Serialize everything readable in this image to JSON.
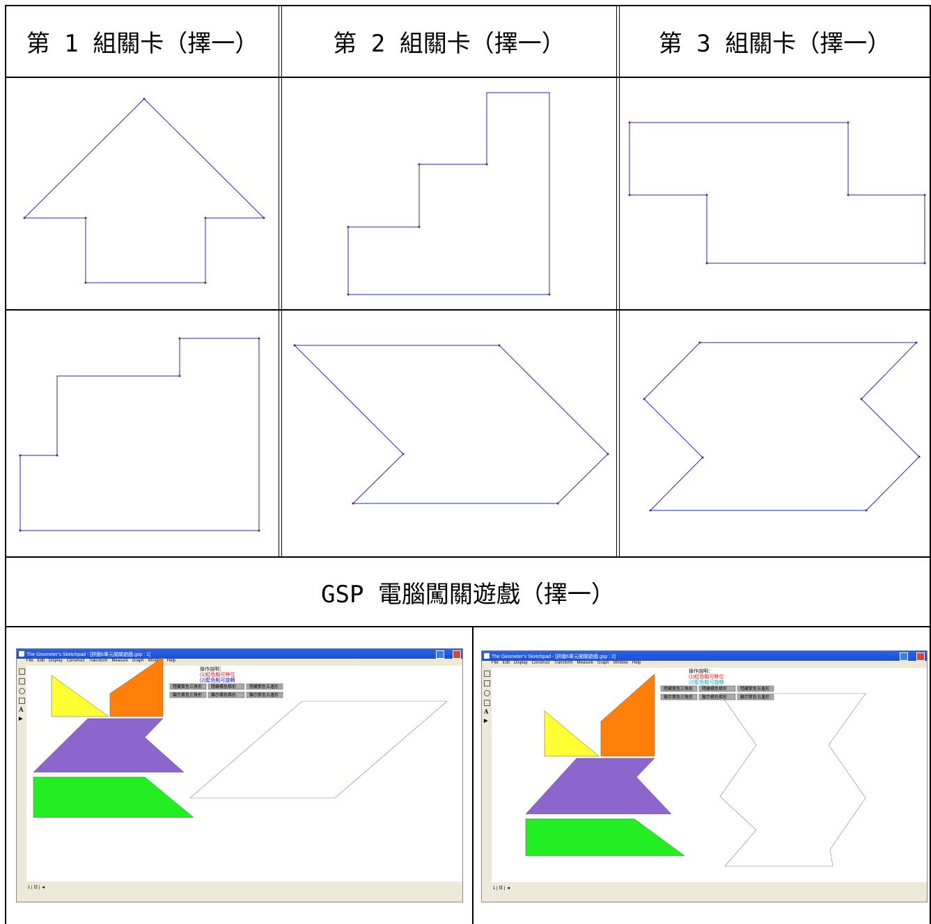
{
  "header": {
    "group1": "第 1 組關卡（擇一）",
    "group2": "第 2 組關卡（擇一）",
    "group3": "第 3 組關卡（擇一）"
  },
  "gsp_title": "GSP 電腦闖關遊戲（擇一）",
  "screenshots": [
    {
      "window_title": "The Geometer's Sketchpad - [拼圖6單元闖關遊戲.gsp : 1]",
      "menu": [
        "File",
        "Edit",
        "Display",
        "Construct",
        "Transform",
        "Measure",
        "Graph",
        "Window",
        "Help"
      ],
      "instructions": {
        "heading": "操作說明：",
        "line1": "(1)紅色點可移位",
        "line2": "(2)藍色點可旋轉"
      },
      "buttons": [
        "隱藏黃色三角形",
        "隱藏橘色梯形",
        "隱藏紫色五邊形",
        "顯示黃色三角形",
        "顯示橘色梯形",
        "顯示紫色五邊形"
      ],
      "status": "1 | 日 | ◄"
    },
    {
      "window_title": "The Geometer's Sketchpad - [拼圖6單元闖關遊戲.gsp : 2]",
      "menu": [
        "File",
        "Edit",
        "Display",
        "Construct",
        "Transform",
        "Measure",
        "Graph",
        "Window",
        "Help"
      ],
      "instructions": {
        "heading": "操作說明：",
        "line1": "(1)紅色點可移位",
        "line2": "(2)藍色點可旋轉"
      },
      "buttons": [
        "隱藏黃色三角形",
        "隱藏橘色梯形",
        "隱藏紫色五邊形",
        "顯示黃色三角形",
        "顯示橘色梯形",
        "顯示紫色五邊形"
      ],
      "status": "1 | 日 | ◄"
    }
  ],
  "colors": {
    "outline": "#2222dd",
    "vertex": "#8b1a1a",
    "yellow": "#ffff33",
    "orange": "#ff7f0a",
    "purple": "#8c66cc",
    "green": "#22ee22",
    "titlebar": "#1a4fd6",
    "instr_red": "#ff0000",
    "instr_blue": "#0000ff",
    "instr_cyan": "#00cccc"
  },
  "icons": [
    "arrow-tool-icon",
    "point-tool-icon",
    "compass-tool-icon",
    "line-tool-icon",
    "text-tool-icon",
    "custom-tool-icon"
  ]
}
